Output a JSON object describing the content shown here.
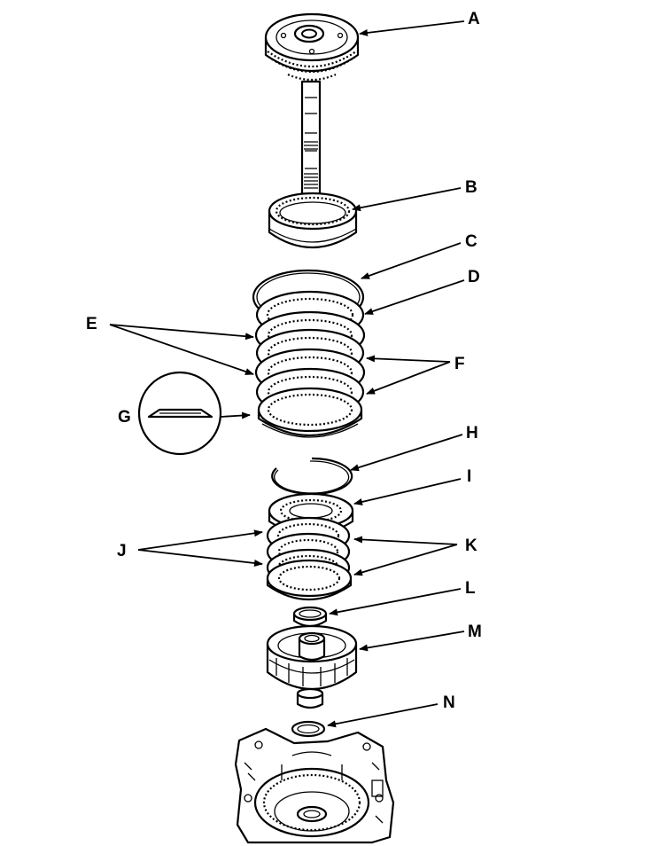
{
  "diagram": {
    "callouts": [
      {
        "id": "A",
        "label": "A"
      },
      {
        "id": "B",
        "label": "B"
      },
      {
        "id": "C",
        "label": "C"
      },
      {
        "id": "D",
        "label": "D"
      },
      {
        "id": "E",
        "label": "E"
      },
      {
        "id": "F",
        "label": "F"
      },
      {
        "id": "G",
        "label": "G"
      },
      {
        "id": "H",
        "label": "H"
      },
      {
        "id": "I",
        "label": "I"
      },
      {
        "id": "J",
        "label": "J"
      },
      {
        "id": "K",
        "label": "K"
      },
      {
        "id": "L",
        "label": "L"
      },
      {
        "id": "M",
        "label": "M"
      },
      {
        "id": "N",
        "label": "N"
      }
    ]
  }
}
